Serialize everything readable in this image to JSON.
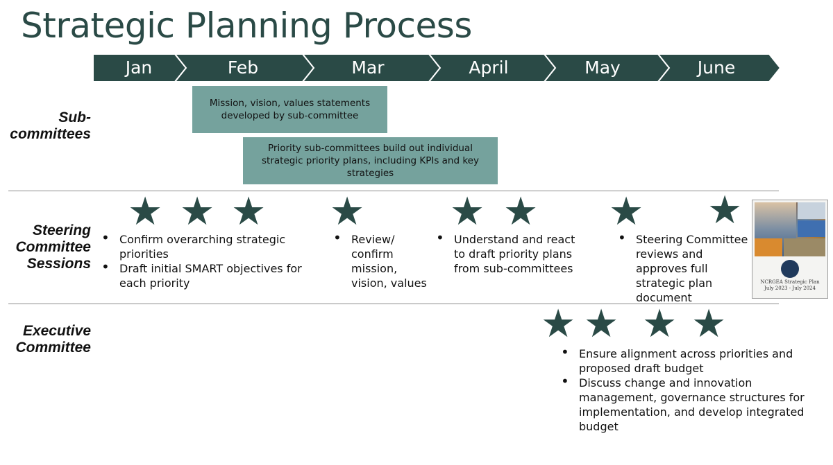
{
  "title": "Strategic Planning Process",
  "colors": {
    "dark": "#2a4a46",
    "box": "#75a29d",
    "divider": "#8a8a8a"
  },
  "timeline": {
    "months": [
      "Jan",
      "Feb",
      "Mar",
      "April",
      "May",
      "June"
    ]
  },
  "rows": {
    "subcommittees": {
      "label_line1": "Sub-",
      "label_line2": "committees",
      "box1": "Mission, vision, values statements developed by sub-committee",
      "box2": "Priority sub-committees build out individual strategic priority plans, including KPIs and key strategies"
    },
    "steering": {
      "label_line1": "Steering",
      "label_line2": "Committee",
      "label_line3": "Sessions",
      "group1": [
        "Confirm overarching strategic priorities",
        "Draft initial SMART objectives for each priority"
      ],
      "group2": [
        "Review/ confirm mission, vision, values"
      ],
      "group3": [
        "Understand and react to draft priority plans from sub-committees"
      ],
      "group4": [
        "Steering Committee reviews and approves full strategic plan document"
      ],
      "cover_caption_line1": "NCRGEA Strategic Plan",
      "cover_caption_line2": "July 2023 - July 2024"
    },
    "executive": {
      "label_line1": "Executive",
      "label_line2": "Committee",
      "bullets": [
        "Ensure alignment across priorities and proposed draft budget",
        "Discuss change and innovation management, governance structures for implementation, and develop integrated budget"
      ]
    }
  },
  "icons": {
    "milestone": "star-icon",
    "bullet": "bullet-dot"
  }
}
